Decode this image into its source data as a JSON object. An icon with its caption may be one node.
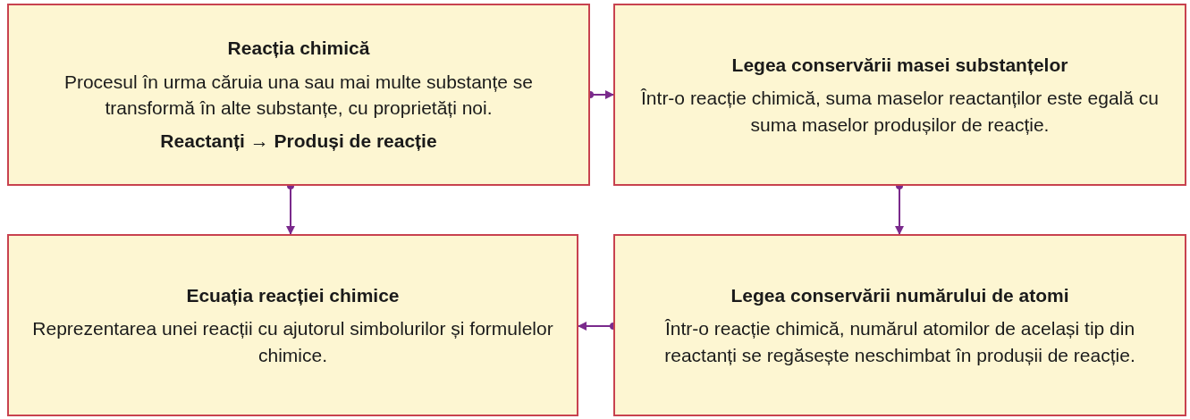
{
  "diagram": {
    "nodes": [
      {
        "text": [
          "Reacția chimică",
          "Procesul în urma căruia una sau mai multe substanțe se transformă în alte substanțe, cu proprietăți noi.",
          "Reactanți → Produși de reacție"
        ]
      },
      {
        "text": [
          "Legea conservării masei substanțelor",
          "Într-o reacție chimică, suma maselor reactanților este egală cu suma maselor produșilor de reacție."
        ]
      },
      {
        "text": [
          "Ecuația reacției chimice",
          "Reprezentarea unei reacții cu ajutorul simbolurilor și formulelor chimice."
        ]
      },
      {
        "text": [
          "Legea conservării numărului de atomi",
          "Într-o reacție chimică, numărul atomilor de același tip din reactanți se regăsește neschimbat în produșii de reacție."
        ]
      }
    ],
    "edges": [
      {
        "from": 0,
        "to": 1,
        "arrow": "to"
      },
      {
        "from": 0,
        "to": 2,
        "arrow": "to"
      },
      {
        "from": 1,
        "to": 3,
        "arrow": "to"
      },
      {
        "from": 3,
        "to": 2,
        "arrow": "to"
      }
    ]
  }
}
